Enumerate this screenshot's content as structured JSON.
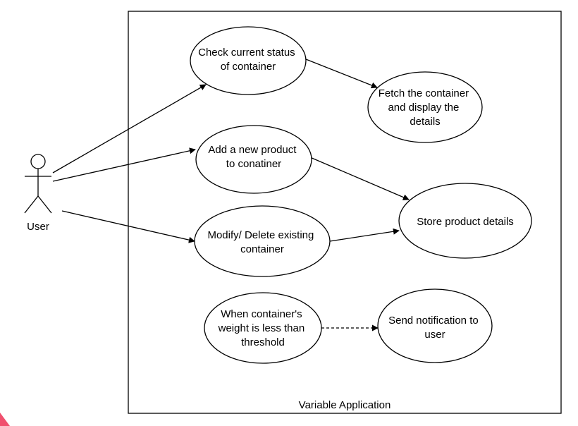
{
  "actor": {
    "label": "User"
  },
  "system": {
    "label": "Variable Application"
  },
  "use_cases": {
    "check_status": [
      "Check current status",
      "of container"
    ],
    "fetch_container": [
      "Fetch the container",
      "and display the",
      "details"
    ],
    "add_product": [
      "Add a new product",
      "to conatiner"
    ],
    "store_product": [
      "Store product details"
    ],
    "modify_delete": [
      "Modify/ Delete existing",
      "container"
    ],
    "threshold": [
      "When container's",
      "weight is less than",
      "threshold"
    ],
    "notify": [
      "Send notification to",
      "user"
    ]
  },
  "colors": {
    "line": "#000000",
    "background": "#ffffff",
    "corner_accent": "#f0506e"
  }
}
